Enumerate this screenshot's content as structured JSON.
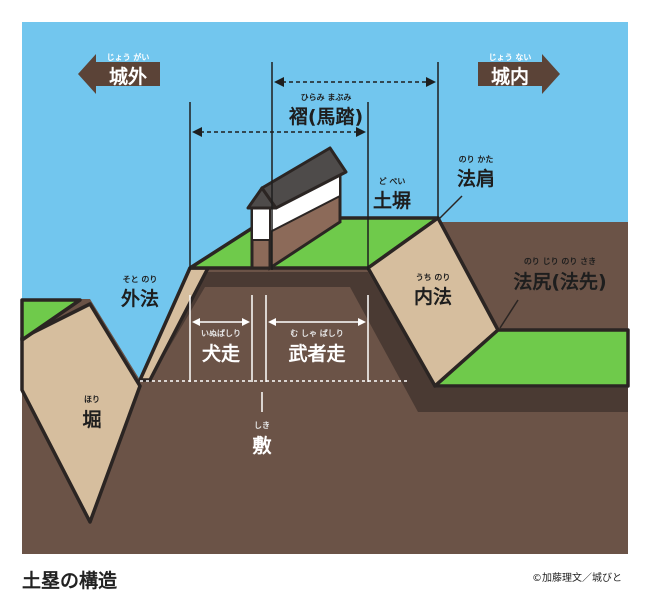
{
  "caption": "土塁の構造",
  "credit": "©加藤理文／城びと",
  "arrows": {
    "outside": {
      "label": "城外",
      "ruby": "じょう  がい"
    },
    "inside": {
      "label": "城内",
      "ruby": "じょう  ない"
    }
  },
  "labels": {
    "hiraba": {
      "text": "褶(馬踏)",
      "ruby": "ひらみ   まぶみ"
    },
    "dobei": {
      "text": "土塀",
      "ruby": "ど  べい"
    },
    "norikata": {
      "text": "法肩",
      "ruby": "のり  かた"
    },
    "sotonori": {
      "text": "外法",
      "ruby": "そと  のり"
    },
    "uchinori": {
      "text": "内法",
      "ruby": "うち  のり"
    },
    "norijiri": {
      "text": "法尻(法先)",
      "ruby": "のり じり    のり さき"
    },
    "inubashiri": {
      "text": "犬走",
      "ruby": "いぬばしり"
    },
    "mushabashiri": {
      "text": "武者走",
      "ruby": "む   しゃ  ばしり"
    },
    "hori": {
      "text": "堀",
      "ruby": "ほり"
    },
    "shiki": {
      "text": "敷",
      "ruby": "しき"
    }
  },
  "colors": {
    "sky": "#72c6ee",
    "ground": "#6b5347",
    "slope": "#d6be9e",
    "grass": "#6fca4b",
    "outline": "#2b2523",
    "wall_roof": "#4e4b4a",
    "wall_body": "#8c6a59"
  }
}
